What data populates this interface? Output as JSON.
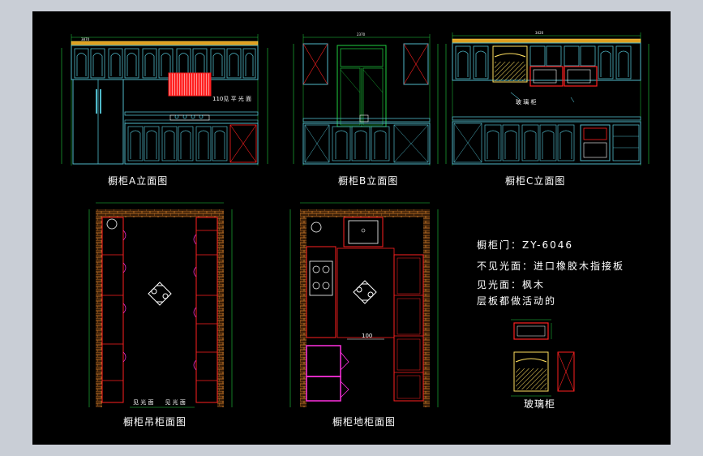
{
  "views": {
    "elevation_a": "橱柜A立面图",
    "elevation_b": "橱柜B立面图",
    "elevation_c": "橱柜C立面图",
    "wall_plan": "橱柜吊柜面图",
    "floor_plan": "橱柜地柜面图",
    "wine_cabinet": "玻璃柜"
  },
  "annotations": {
    "a_note": "110见 平 光 面",
    "c_note": "玻 璃 柜",
    "door_label": "100",
    "plan_a_bottom": "见 光 面　　见 光 面"
  },
  "notes": {
    "line1": "橱柜门：ZY-6046",
    "line2": "不见光面：进口橡胶木指接板",
    "line3": "见光面：枫木",
    "line4": "层板都做活动的"
  },
  "colors": {
    "background": "#000000",
    "frame": "#c9ced6",
    "cabinet": "#4fb8c8",
    "wall": "#c87828",
    "red": "#ff2020",
    "yellow": "#ffe060",
    "magenta": "#ff30e0",
    "green": "#20d040",
    "white": "#ffffff"
  }
}
